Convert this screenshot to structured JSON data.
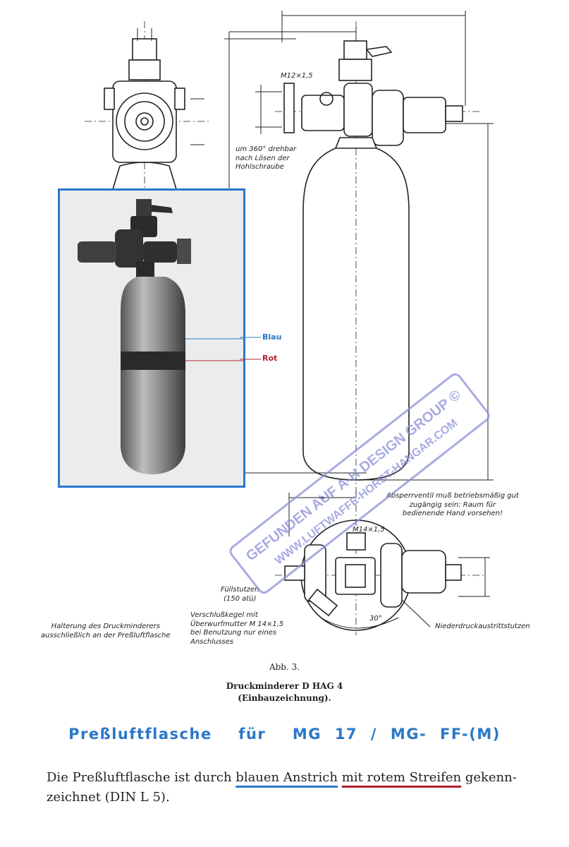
{
  "annotations": {
    "thread_top": "M12×1,5",
    "rotation_note": "um 360° drehbar\nnach Lösen der\nHohlschraube",
    "shutoff_note": "Absperrventil muß betriebsmäßig gut\nzugängig sein: Raum für\nbedienende Hand vorsehen!",
    "thread_bottom": "M14×1,5",
    "fill_nozzle": "Füllstutzen\n(150 atü)",
    "sealing_cone": "Verschlußkegel mit\nÜberwurfmutter M 14×1,5\nbei Benutzung nur eines\nAnschlusses",
    "mounting_note": "Halterung des Druckminderers\nausschließlich an der Preßluftflasche",
    "angle": "30°",
    "low_pressure_outlet": "Niederdruckaustrittstutzen",
    "equal_mark": "="
  },
  "photo": {
    "label_blue": "Blau",
    "label_red": "Rot"
  },
  "figure": {
    "number": "Abb. 3.",
    "title_line1": "Druckminderer D HAG 4",
    "title_line2": "(Einbauzeichnung)."
  },
  "heading": "Preßluftflasche  für  MG 17 / MG- FF-(M)",
  "body": {
    "part1": "Die Preßluftflasche ist durch ",
    "blue_phrase": "blauen Anstrich",
    "part2": " ",
    "red_phrase": "mit rotem Streifen",
    "part3": " gekenn-zeichnet (DIN L 5)."
  },
  "watermark": {
    "line1": "GEFUNDEN AUF A-H DESIGN GROUP ©",
    "line2": "WWW.LUFTWAFFE-HORST-HANGAR.COM"
  },
  "colors": {
    "accent_blue": "#2a78c8",
    "accent_red": "#b22233",
    "watermark": "#8a90d8"
  }
}
